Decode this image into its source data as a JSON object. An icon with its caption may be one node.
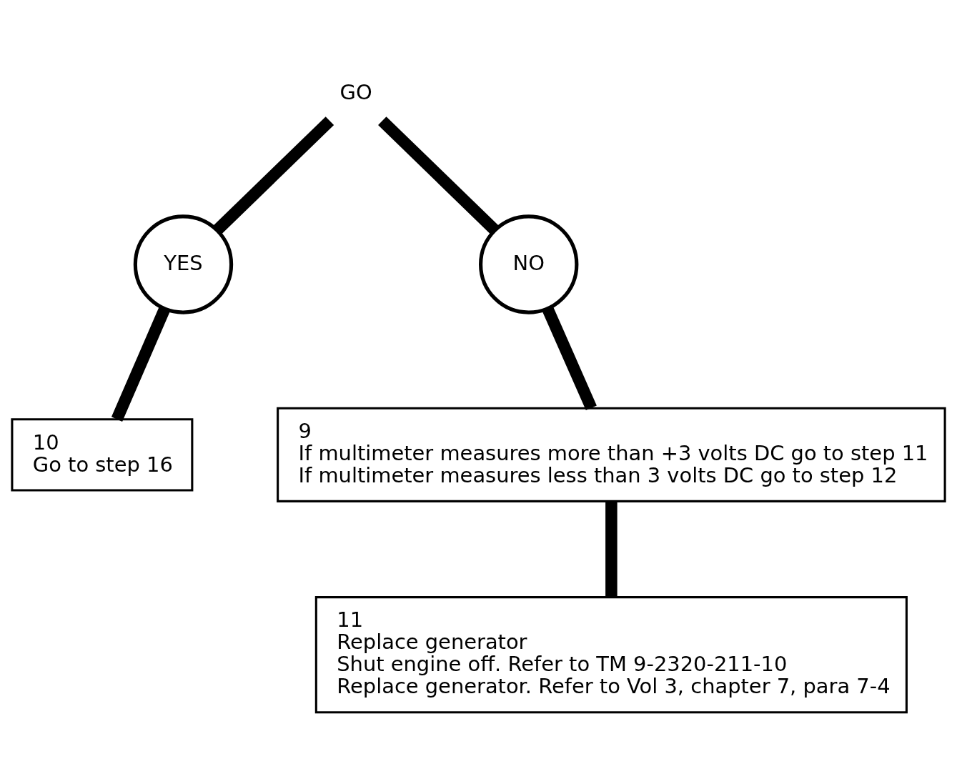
{
  "diagram": {
    "nodes": [
      {
        "text": [
          "GO"
        ]
      },
      {
        "text": [
          "YES"
        ]
      },
      {
        "text": [
          "NO"
        ]
      },
      {
        "text": [
          "9",
          "If multimeter measures more than +3 volts DC go to step 11",
          "If multimeter measures less than 3 volts DC go to step 12"
        ]
      },
      {
        "text": [
          "10",
          "Go to step 16"
        ]
      },
      {
        "text": [
          "11",
          "Replace generator",
          "Shut engine off. Refer to TM 9-2320-211-10",
          "Replace generator. Refer to Vol 3, chapter 7, para 7-4"
        ]
      }
    ],
    "edges": [
      {
        "from": 0,
        "to": 1,
        "arrow": "none"
      },
      {
        "from": 0,
        "to": 2,
        "arrow": "none"
      },
      {
        "from": 1,
        "to": 4,
        "arrow": "none"
      },
      {
        "from": 2,
        "to": 3,
        "arrow": "none"
      },
      {
        "from": 3,
        "to": 5,
        "arrow": "none"
      }
    ]
  }
}
